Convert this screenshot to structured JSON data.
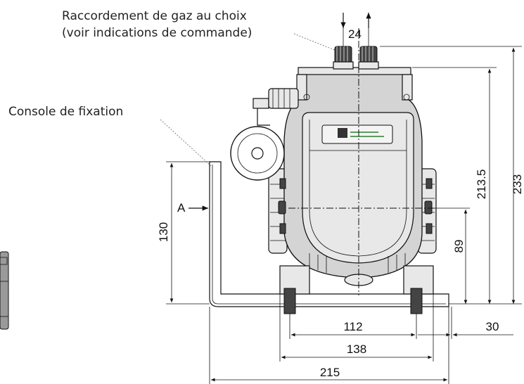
{
  "callouts": {
    "gas_connection_line1": "Raccordement de gaz au choix",
    "gas_connection_line2": "(voir indications de commande)",
    "bracket": "Console de fixation",
    "view_a": "A"
  },
  "dimensions": {
    "d24": "24",
    "d233": "233",
    "d213_5": "213.5",
    "d130": "130",
    "d89": "89",
    "d112": "112",
    "d30": "30",
    "d138": "138",
    "d215": "215"
  },
  "colors": {
    "body_fill": "#d4d4d4",
    "line": "#111111"
  }
}
